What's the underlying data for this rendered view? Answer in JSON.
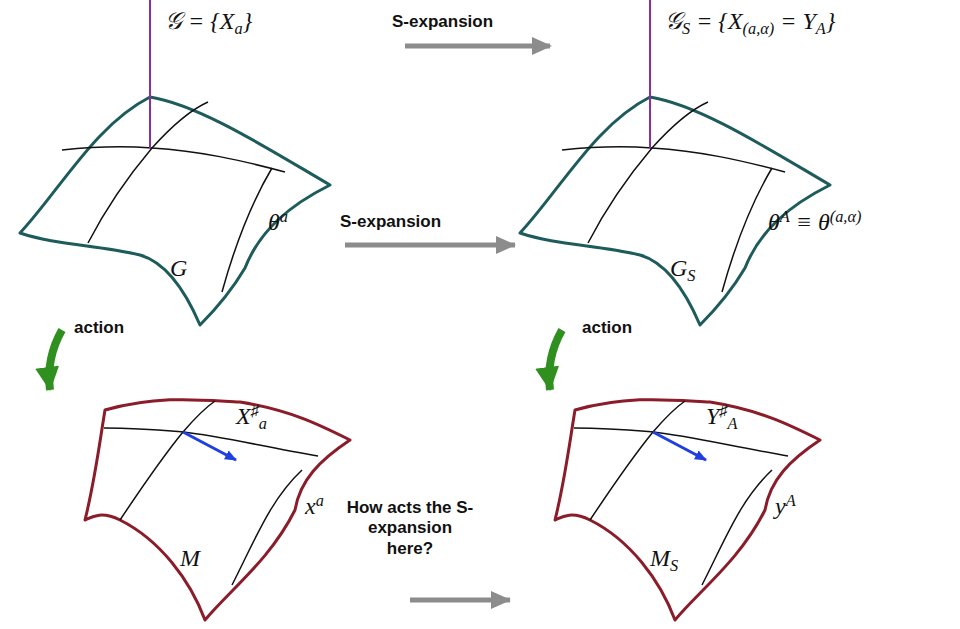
{
  "diagram": {
    "nodes": [
      {
        "text": [
          "G",
          "θa"
        ]
      },
      {
        "text": [
          "GS",
          "θA ≡ θ(a,α)"
        ]
      },
      {
        "text": [
          "M",
          "xa",
          "X♯a"
        ]
      },
      {
        "text": [
          "MS",
          "yA",
          "Y♯A"
        ]
      }
    ],
    "edges": [
      {
        "from": 0,
        "to": 1,
        "arrow": "to",
        "label": "S-expansion"
      },
      {
        "from": 0,
        "to": 2,
        "arrow": "to",
        "label": "action"
      },
      {
        "from": 1,
        "to": 3,
        "arrow": "to",
        "label": "action"
      },
      {
        "from": 2,
        "to": 3,
        "arrow": "to",
        "label": "How acts the S-expansion here?"
      }
    ],
    "labels": [
      "𝒢 = {Xa}",
      "S-expansion",
      "𝒢S = {X(a,α) = YA}"
    ]
  }
}
